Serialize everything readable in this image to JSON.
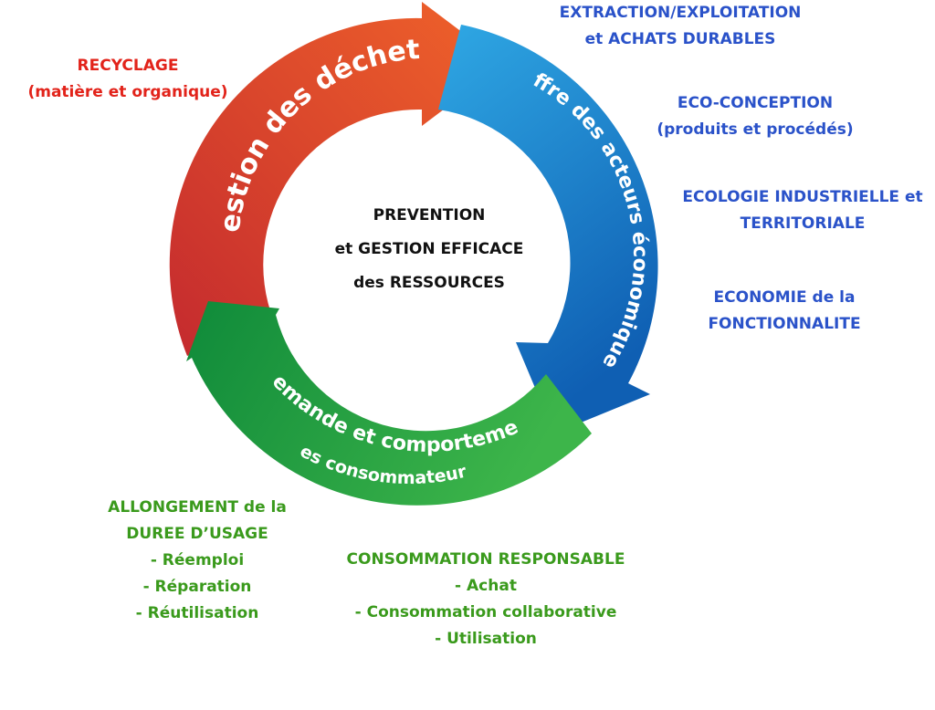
{
  "center": {
    "line1": "PREVENTION",
    "line2": "et GESTION EFFICACE",
    "line3": "des RESSOURCES"
  },
  "arrows": {
    "dechets": "Gestion des déchets",
    "offre": "Offre des acteurs économiques",
    "demande_line1": "Demande et comportement",
    "demande_line2": "des consommateurs"
  },
  "labels": {
    "recyclage": [
      "RECYCLAGE",
      "(matière et organique)"
    ],
    "extraction": [
      "EXTRACTION/EXPLOITATION",
      "et ACHATS DURABLES"
    ],
    "ecoconception": [
      "ECO-CONCEPTION",
      "(produits et procédés)"
    ],
    "ecologie": [
      "ECOLOGIE INDUSTRIELLE et",
      "TERRITORIALE"
    ],
    "economie": [
      "ECONOMIE de la",
      "FONCTIONNALITE"
    ],
    "allongement": [
      "ALLONGEMENT de la",
      "DUREE D’USAGE",
      "- Réemploi",
      "- Réparation",
      "- Réutilisation"
    ],
    "consommation": [
      "CONSOMMATION RESPONSABLE",
      "- Achat",
      "- Consommation collaborative",
      "- Utilisation"
    ]
  },
  "colors": {
    "red": "#e2231a",
    "blue": "#2a52c9",
    "green": "#3a9a1c",
    "arrow_red_start": "#c42a2e",
    "arrow_red_end": "#f0632a",
    "arrow_blue_start": "#2fa8e4",
    "arrow_blue_end": "#0f5fb3",
    "arrow_green_start": "#0f8a3a",
    "arrow_green_end": "#3db54a"
  }
}
